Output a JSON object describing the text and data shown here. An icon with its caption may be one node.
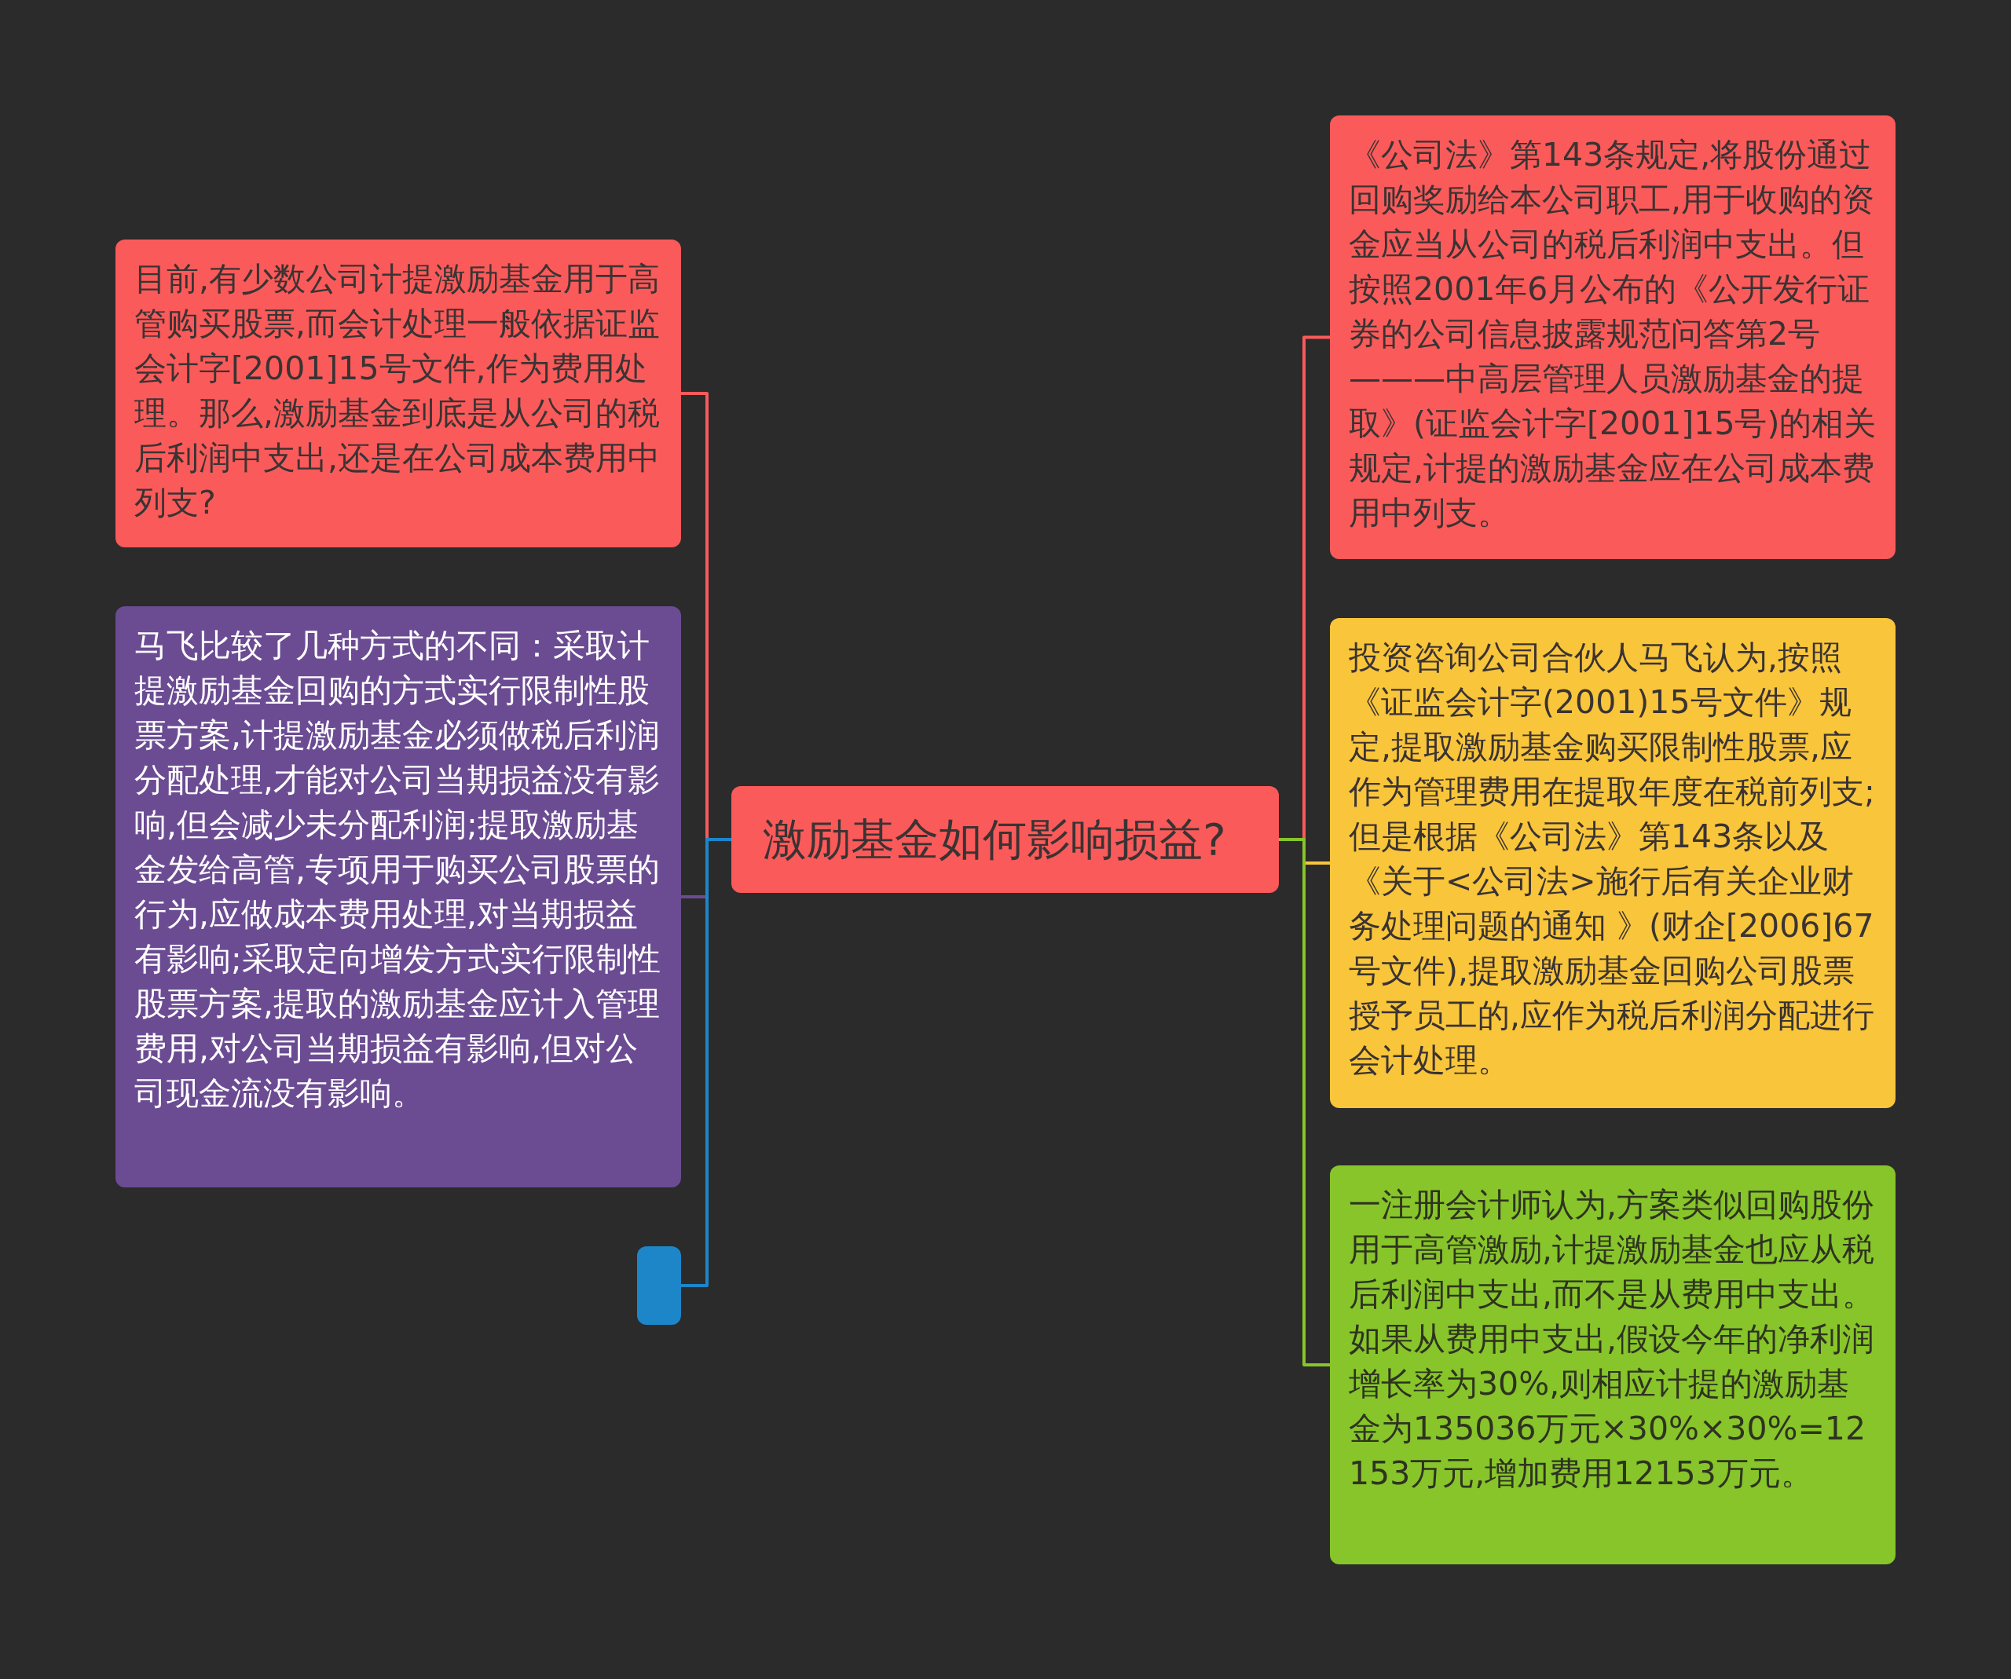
{
  "diagram": {
    "nodes": [
      {
        "text": [
          "激励基金如何影响损益?"
        ]
      },
      {
        "text": [
          "目前,有少数公司计提激励基金用于高管购买股票,而会计处理一般依据证监会计字[2001]15号文件,作为费用处理。那么,激励基金到底是从公司的税后利润中支出,还是在公司成本费用中列支?"
        ]
      },
      {
        "text": [
          "马飞比较了几种方式的不同：采取计提激励基金回购的方式实行限制性股票方案,计提激励基金必须做税后利润分配处理,才能对公司当期损益没有影响,但会减少未分配利润;提取激励基金发给高管,专项用于购买公司股票的行为,应做成本费用处理,对当期损益有影响;采取定向增发方式实行限制性股票方案,提取的激励基金应计入管理费用,对公司当期损益有影响,但对公司现金流没有影响。"
        ]
      },
      {
        "text": [],
        "shape": "box"
      },
      {
        "text": [
          "《公司法》第143条规定,将股份通过回购奖励给本公司职工,用于收购的资金应当从公司的税后利润中支出。但按照2001年6月公布的《公开发行证券的公司信息披露规范问答第2号———中高层管理人员激励基金的提取》(证监会计字[2001]15号)的相关规定,计提的激励基金应在公司成本费用中列支。"
        ]
      },
      {
        "text": [
          "投资咨询公司合伙人马飞认为,按照《证监会计字(2001)15号文件》规定,提取激励基金购买限制性股票,应作为管理费用在提取年度在税前列支;但是根据《公司法》第143条以及《关于<公司法>施行后有关企业财务处理问题的通知 》(财企[2006]67号文件),提取激励基金回购公司股票授予员工的,应作为税后利润分配进行会计处理。"
        ]
      },
      {
        "text": [
          "一注册会计师认为,方案类似回购股份用于高管激励,计提激励基金也应从税后利润中支出,而不是从费用中支出。如果从费用中支出,假设今年的净利润增长率为30%,则相应计提的激励基金为135036万元×30%×30%=12153万元,增加费用12153万元。"
        ]
      }
    ],
    "edges": [
      {
        "from": 0,
        "to": 1,
        "arrow": "none",
        "color": "#fb5a5a"
      },
      {
        "from": 0,
        "to": 2,
        "arrow": "none",
        "color": "#6b4c93"
      },
      {
        "from": 0,
        "to": 3,
        "arrow": "none",
        "color": "#1d86c9"
      },
      {
        "from": 0,
        "to": 4,
        "arrow": "none",
        "color": "#fb5a5a"
      },
      {
        "from": 0,
        "to": 5,
        "arrow": "none",
        "color": "#f9c53a"
      },
      {
        "from": 0,
        "to": 6,
        "arrow": "none",
        "color": "#87c52a"
      }
    ]
  }
}
